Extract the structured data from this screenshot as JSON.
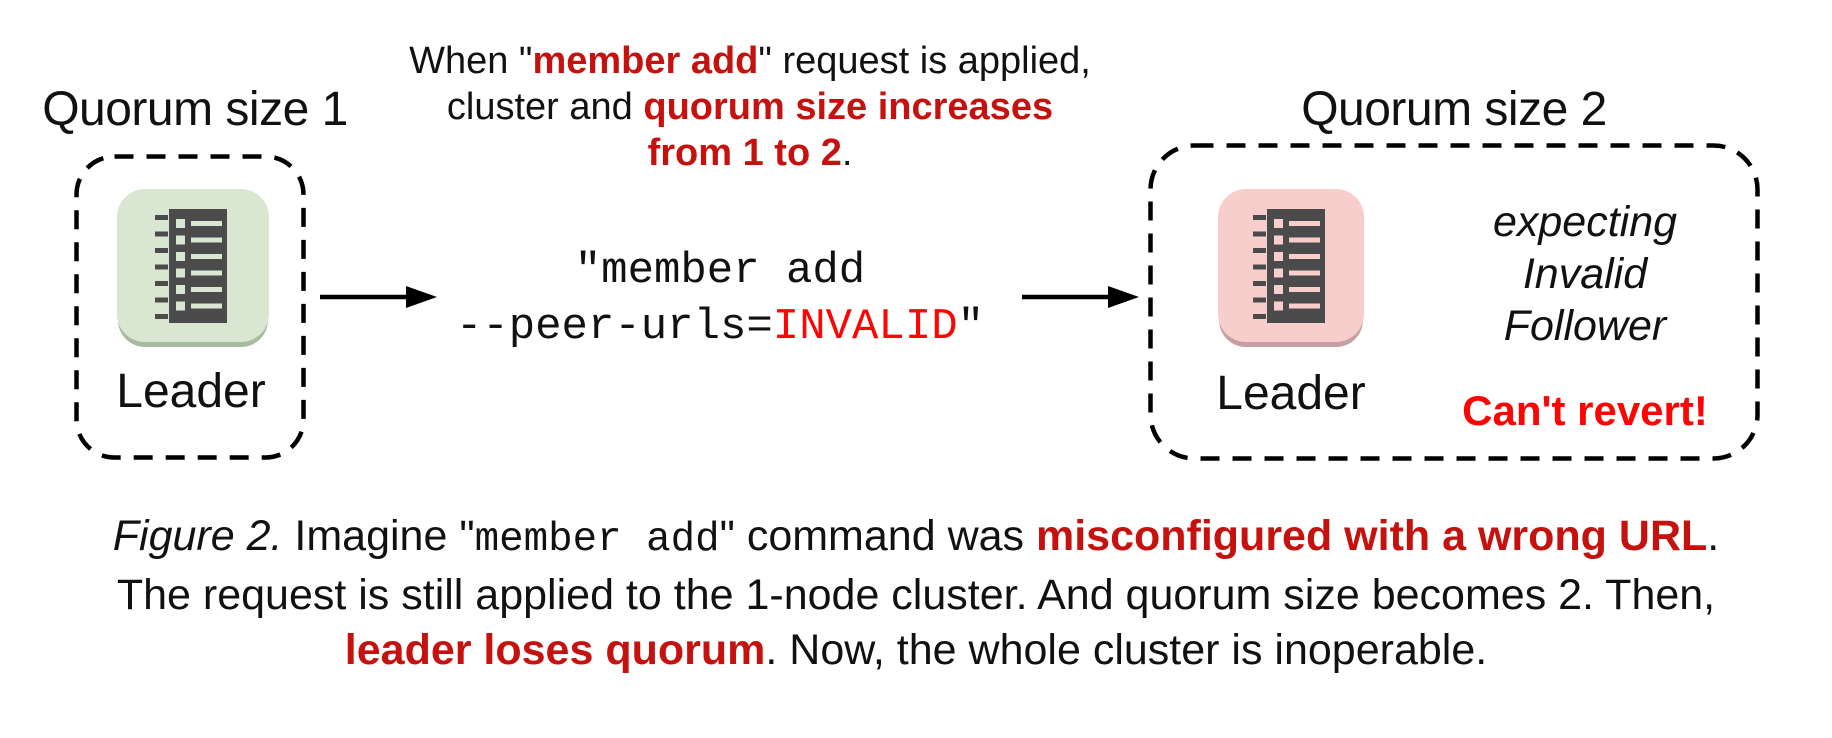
{
  "colors": {
    "red_dark": "#c5120f",
    "red_bright": "#fb0604",
    "tile_green": "#d9e7d2",
    "tile_green_shadow": "#a7bb9f",
    "tile_pink": "#f8cecc",
    "tile_pink_shadow": "#c59fa2",
    "icon_gray": "#4b4b4b"
  },
  "left_cluster": {
    "title": "Quorum size 1",
    "node_label": "Leader",
    "node_icon": "server-ledger-icon"
  },
  "annotation": {
    "line1": [
      {
        "t": "When \""
      },
      {
        "t": "member add",
        "red": true
      },
      {
        "t": "\" request is applied,"
      }
    ],
    "line2": [
      {
        "t": "cluster and "
      },
      {
        "t": "quorum size increases",
        "red": true
      }
    ],
    "line3": [
      {
        "t": "from 1 to 2",
        "red": true
      },
      {
        "t": "."
      }
    ]
  },
  "command": {
    "line1": [
      {
        "t": "\"member add"
      }
    ],
    "line2": [
      {
        "t": "--peer-urls="
      },
      {
        "t": "INVALID",
        "red": true
      },
      {
        "t": "\""
      }
    ]
  },
  "right_cluster": {
    "title": "Quorum size 2",
    "node_label": "Leader",
    "node_icon": "server-ledger-icon",
    "expecting_line1": "expecting",
    "expecting_line2": "Invalid",
    "expecting_line3": "Follower",
    "warning": "Can't revert!"
  },
  "caption": {
    "line1": [
      {
        "t": "Figure 2.",
        "italic": true
      },
      {
        "t": " Imagine \""
      },
      {
        "t": "member add",
        "mono": true
      },
      {
        "t": "\" command was "
      },
      {
        "t": "misconfigured with a wrong URL",
        "redbold": true
      },
      {
        "t": "."
      }
    ],
    "line2": [
      {
        "t": "The request is still applied to the 1-node cluster. And quorum size becomes 2. Then,"
      }
    ],
    "line3": [
      {
        "t": "leader loses quorum",
        "redbold": true
      },
      {
        "t": ". Now, the whole cluster is inoperable."
      }
    ]
  }
}
